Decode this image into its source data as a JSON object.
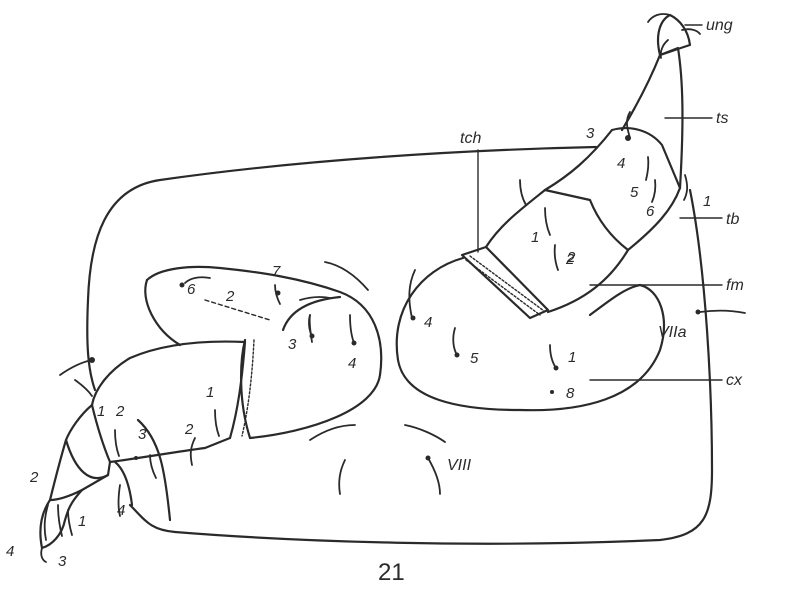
{
  "figure_number": "21",
  "labels": {
    "ung": "ung",
    "ts": "ts",
    "tb": "tb",
    "fm": "fm",
    "tch": "tch",
    "VIIa": "VIIa",
    "cx": "cx",
    "VIII": "VIII"
  },
  "right_leg_numbers": [
    "1",
    "2",
    "3",
    "4",
    "5",
    "6",
    "1",
    "2",
    "4",
    "5",
    "1",
    "8"
  ],
  "left_leg_numbers": [
    "6",
    "2",
    "7",
    "3",
    "4",
    "1",
    "2",
    "1",
    "2",
    "3",
    "2",
    "4",
    "1",
    "3",
    "4"
  ]
}
